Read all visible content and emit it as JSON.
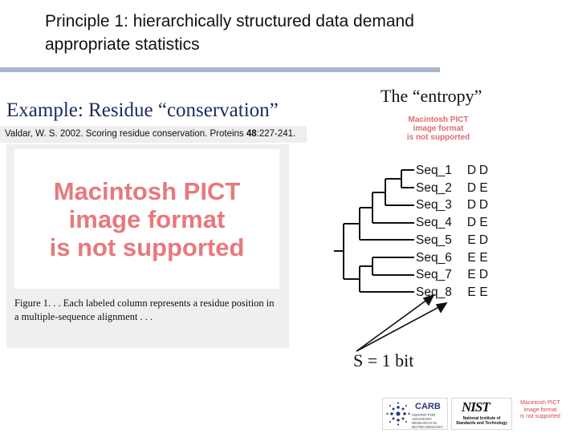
{
  "title": "Principle 1: hierarchically structured data demand appropriate statistics",
  "example_heading": "Example: Residue “conservation”",
  "citation": {
    "before": "Valdar, W. S. 2002. Scoring residue conservation. Proteins ",
    "volume": "48",
    "after": ":227-241."
  },
  "pict_placeholder": {
    "line1": "Macintosh PICT",
    "line2": "image format",
    "line3": "is not supported"
  },
  "caption": "Figure 1. . . Each labeled column represents a residue position in a multiple-sequence alignment . . .",
  "entropy_heading": "The “entropy”",
  "alignment": [
    {
      "name": "Seq_1",
      "c1": "D",
      "c2": "D"
    },
    {
      "name": "Seq_2",
      "c1": "D",
      "c2": "E"
    },
    {
      "name": "Seq_3",
      "c1": "D",
      "c2": "D"
    },
    {
      "name": "Seq_4",
      "c1": "D",
      "c2": "E"
    },
    {
      "name": "Seq_5",
      "c1": "E",
      "c2": "D"
    },
    {
      "name": "Seq_6",
      "c1": "E",
      "c2": "E"
    },
    {
      "name": "Seq_7",
      "c1": "E",
      "c2": "D"
    },
    {
      "name": "Seq_8",
      "c1": "E",
      "c2": "E"
    }
  ],
  "entropy_result": "S = 1 bit",
  "logos": {
    "carb": {
      "name": "CARB",
      "subtitle": "CENTER FOR ADVANCED RESEARCH IN BIOTECHNOLOGY"
    },
    "nist": {
      "name": "NIST",
      "subtitle": "National Institute of Standards and Technology"
    }
  },
  "colors": {
    "title_bar": "#a9b4c8",
    "heading_blue": "#1c2a5e",
    "pict_text": "#e8787c"
  }
}
